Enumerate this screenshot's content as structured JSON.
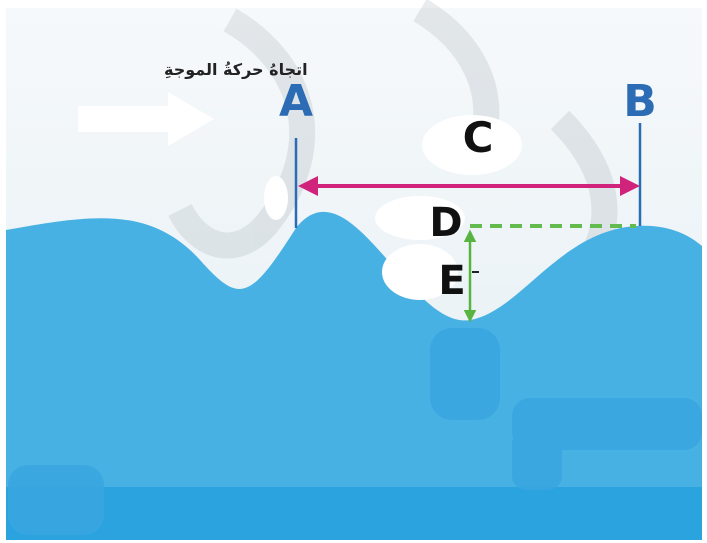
{
  "diagram": {
    "direction_caption": "اتجاهُ حركةُ الموجةِ",
    "labels": {
      "a": "A",
      "b": "B",
      "c": "C",
      "d": "D",
      "e": "E"
    },
    "colors": {
      "sky": "#e9f1f5",
      "water": "#47b1e4",
      "water_deep": "#2aa3de",
      "label_blue": "#2b6cb4",
      "wavelength_arrow": "#d0237c",
      "crest_guide": "#63bb4f",
      "amplitude_arrow": "#58b440",
      "direction_arrow": "#ffffff"
    }
  }
}
